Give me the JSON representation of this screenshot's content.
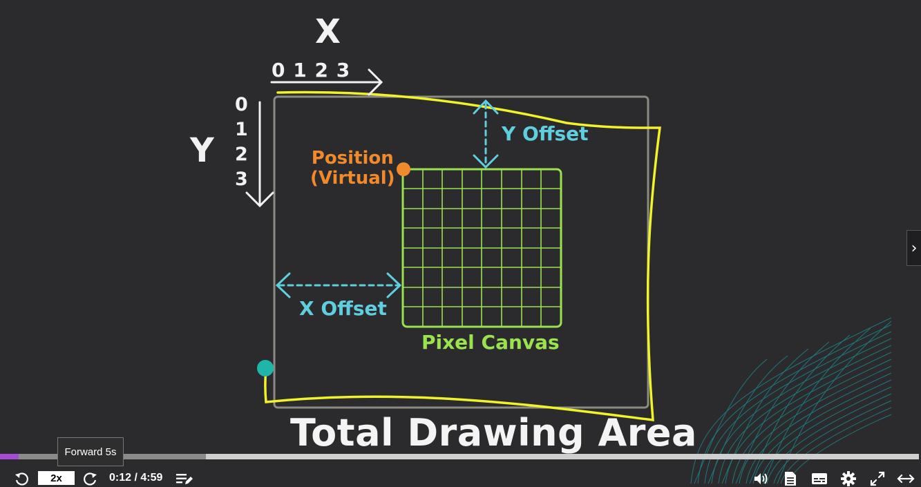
{
  "video": {
    "diagram": {
      "x_axis_title": "X",
      "y_axis_title": "Y",
      "x_ticks": "0 1 2 3",
      "y_ticks": [
        "0",
        "1",
        "2",
        "3"
      ],
      "position_label_line1": "Position",
      "position_label_line2": "(Virtual)",
      "y_offset_label": "Y Offset",
      "x_offset_label": "X Offset",
      "pixel_canvas_label": "Pixel Canvas",
      "total_area_label": "Total Drawing Area"
    },
    "colors": {
      "canvas_grid": "#9be24f",
      "offset_arrows": "#5fcfe0",
      "position_dot": "#f08a2a",
      "highlight_outline": "#f2f22a",
      "teal_dot": "#1fb5a8"
    }
  },
  "player": {
    "tooltip": "Forward 5s",
    "speed": "2x",
    "time_display": "0:12 / 4:59",
    "progress_played_fraction": 0.02,
    "progress_buffered_fraction": 0.224,
    "icons": {
      "rewind": "rewind-icon",
      "forward": "forward-5s-icon",
      "notes": "playlist-edit-icon",
      "volume": "volume-icon",
      "transcript": "transcript-icon",
      "captions": "captions-icon",
      "settings": "gear-icon",
      "fullscreen": "fullscreen-icon",
      "expand": "expand-horizontal-icon"
    },
    "accent": "#a64bd6"
  }
}
